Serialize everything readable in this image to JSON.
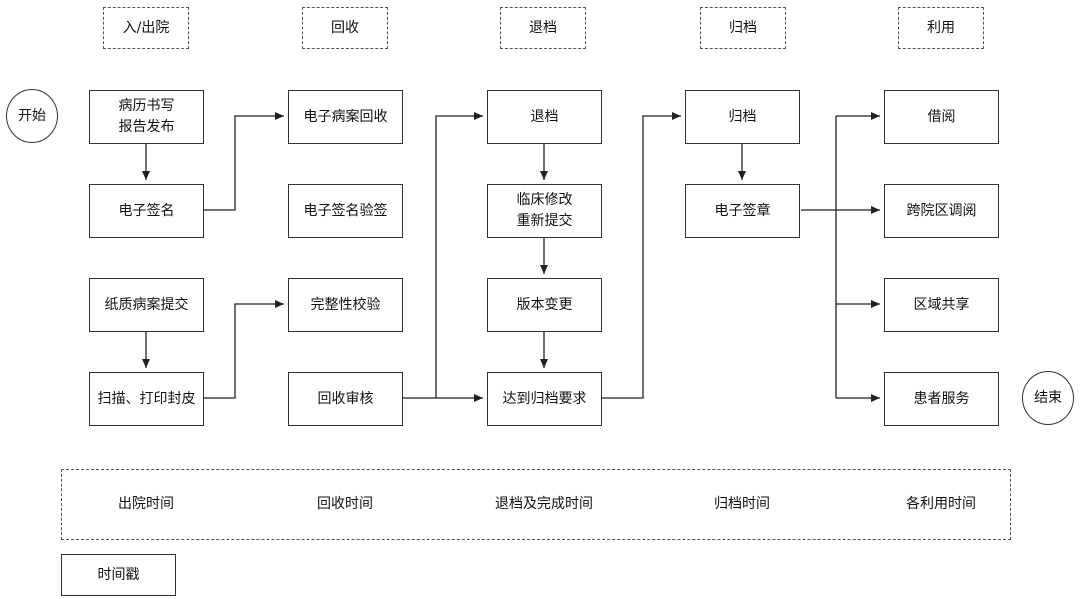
{
  "stages": {
    "admission": "入/出院",
    "recovery": "回收",
    "return": "退档",
    "archive": "归档",
    "use": "利用"
  },
  "terminals": {
    "start": "开始",
    "end": "结束"
  },
  "nodes": {
    "record_writing": "病历书写\n报告发布",
    "e_signature": "电子签名",
    "paper_submit": "纸质病案提交",
    "scan_print": "扫描、打印封皮",
    "e_record_recovery": "电子病案回收",
    "e_signature_verify": "电子签名验签",
    "completeness_check": "完整性校验",
    "recovery_review": "回收审核",
    "return_file": "退档",
    "clinical_edit": "临床修改\n重新提交",
    "version_change": "版本变更",
    "meet_requirement": "达到归档要求",
    "archive_file": "归档",
    "e_seal": "电子签章",
    "borrow": "借阅",
    "cross_hospital": "跨院区调阅",
    "regional_share": "区域共享",
    "patient_service": "患者服务"
  },
  "timestamps": {
    "discharge_time": "出院时间",
    "recovery_time": "回收时间",
    "return_complete_time": "退档及完成时间",
    "archive_time": "归档时间",
    "use_time": "各利用时间"
  },
  "legend": {
    "timestamp": "时间戳"
  }
}
